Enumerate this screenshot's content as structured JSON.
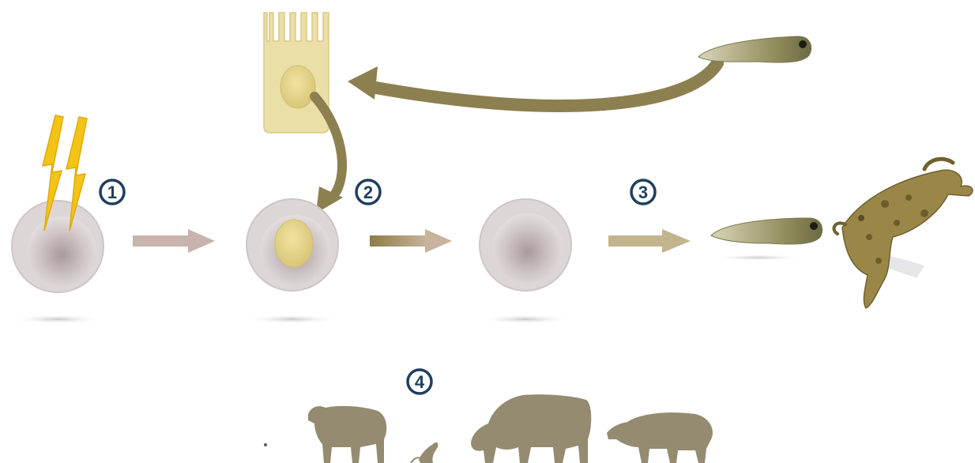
{
  "steps": [
    {
      "number": "1"
    },
    {
      "number": "2"
    },
    {
      "number": "3"
    },
    {
      "number": "4"
    }
  ],
  "colors": {
    "step_badge": "#1f3f5f",
    "arrow_olive": "#8c8050",
    "arrow_rose": "#c9b3ae",
    "arrow_khaki": "#c2b48c",
    "cell_body": "#e8dca0",
    "egg_inner": "#b7a9ab",
    "lightning": "#f2c416",
    "silhouette": "#948b70",
    "frog_skin": "#9a8748"
  },
  "icons": [
    "lightning-bolt-icon",
    "egg-cell-icon",
    "intestinal-cell-icon",
    "tadpole-icon",
    "frog-icon",
    "sheep-silhouette-icon",
    "mouse-silhouette-icon",
    "cow-silhouette-icon",
    "pig-silhouette-icon"
  ]
}
